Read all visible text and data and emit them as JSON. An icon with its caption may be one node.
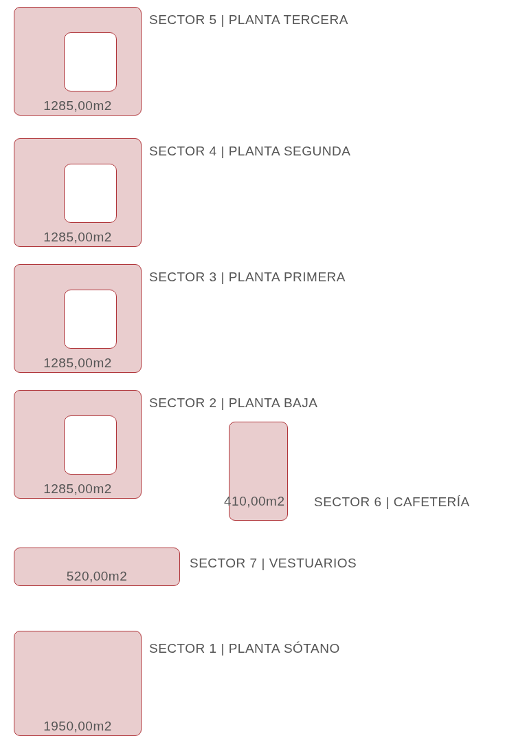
{
  "diagram": {
    "nodes": [
      {
        "text": [
          "1285,00m2"
        ],
        "beside": [
          "SECTOR 5 | PLANTA TERCERA"
        ]
      },
      {
        "text": [],
        "shape": "box",
        "in": 0
      },
      {
        "text": [
          "1285,00m2"
        ],
        "beside": [
          "SECTOR 4 | PLANTA SEGUNDA"
        ]
      },
      {
        "text": [],
        "shape": "box",
        "in": 2
      },
      {
        "text": [
          "1285,00m2"
        ],
        "beside": [
          "SECTOR 3 | PLANTA PRIMERA"
        ]
      },
      {
        "text": [],
        "shape": "box",
        "in": 4
      },
      {
        "text": [
          "1285,00m2"
        ],
        "beside": [
          "SECTOR 2 | PLANTA BAJA"
        ]
      },
      {
        "text": [],
        "shape": "box",
        "in": 6
      },
      {
        "text": [
          "410,00m2"
        ],
        "beside": [
          "SECTOR 6 | CAFETERÍA"
        ]
      },
      {
        "text": [
          "520,00m2"
        ],
        "beside": [
          "SECTOR 7 | VESTUARIOS"
        ]
      },
      {
        "text": [
          "1950,00m2"
        ],
        "beside": [
          "SECTOR 1 | PLANTA SÓTANO"
        ]
      }
    ]
  }
}
